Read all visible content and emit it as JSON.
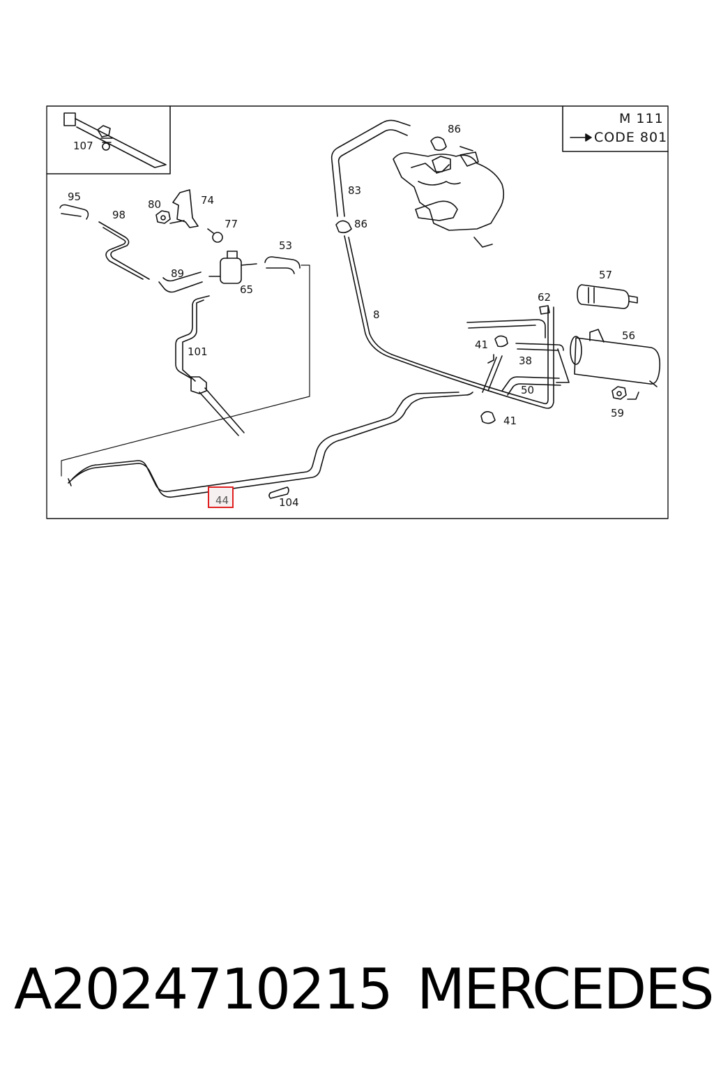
{
  "diagram": {
    "engine_label": "M 111",
    "code_label": "CODE 801",
    "highlighted_part": "44",
    "highlight_color": "#e02020",
    "callouts": {
      "c107": "107",
      "c95": "95",
      "c98": "98",
      "c80": "80",
      "c74": "74",
      "c77": "77",
      "c89": "89",
      "c65": "65",
      "c53": "53",
      "c101": "101",
      "c83": "83",
      "c86a": "86",
      "c86b": "86",
      "c8": "8",
      "c57": "57",
      "c62": "62",
      "c41a": "41",
      "c38": "38",
      "c56": "56",
      "c50": "50",
      "c41b": "41",
      "c59": "59",
      "c104": "104",
      "c44": "44"
    }
  },
  "caption": {
    "part_number": "A2024710215",
    "brand": "MERCEDES"
  }
}
